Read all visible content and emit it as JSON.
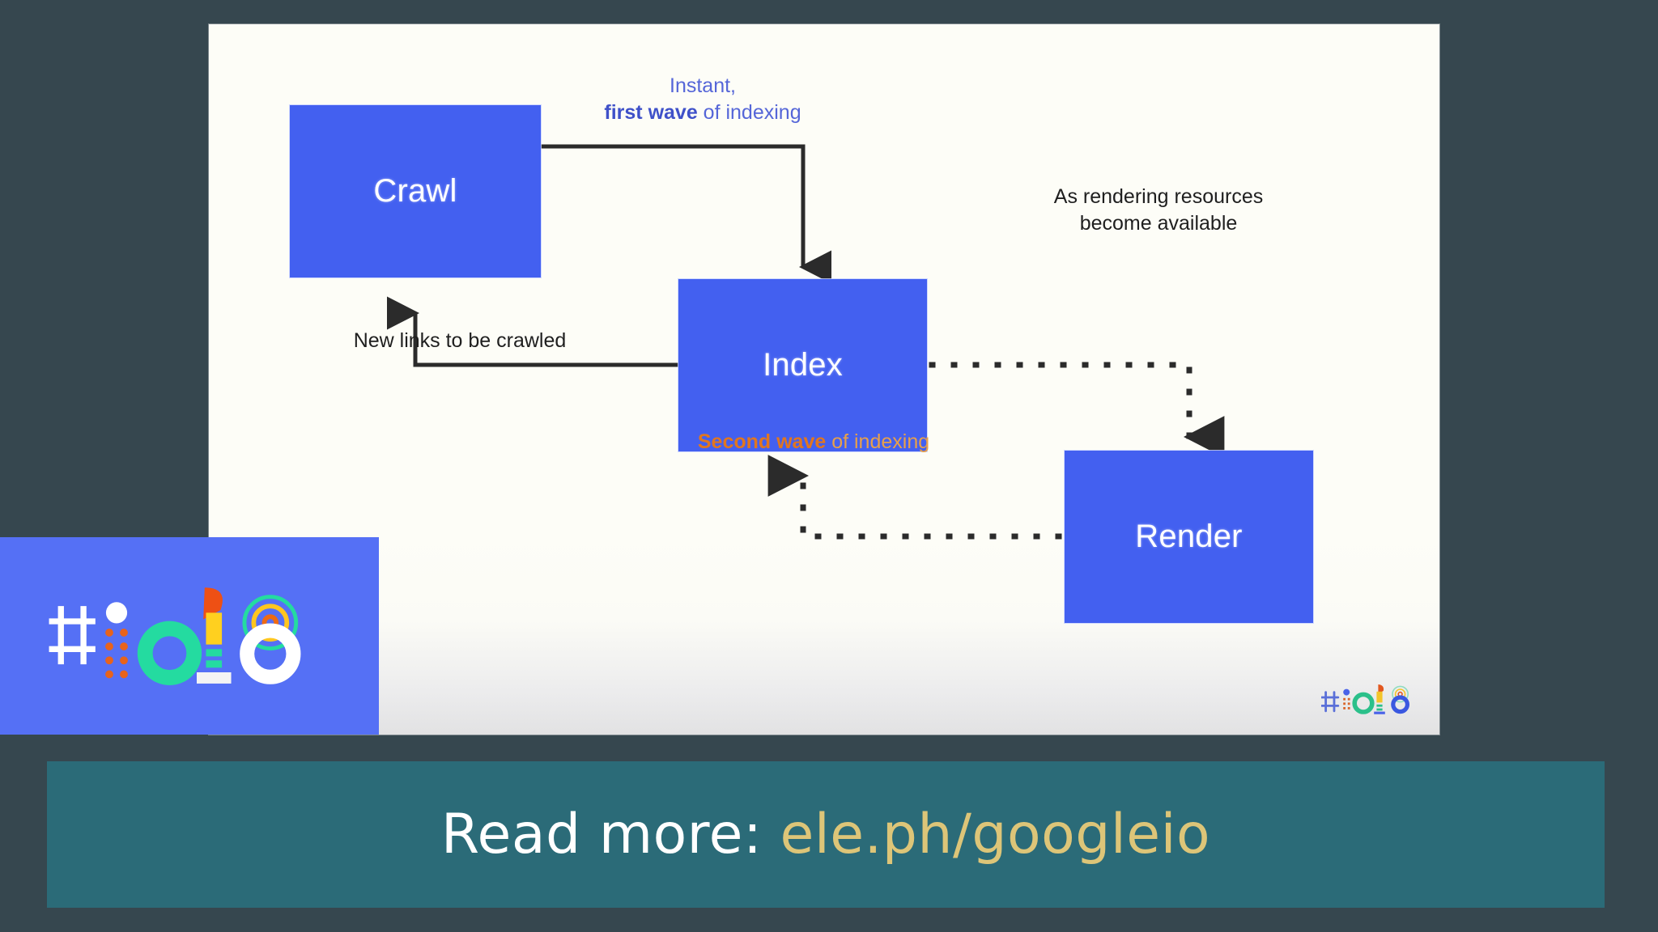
{
  "theme": {
    "page_background": "#36474f",
    "slide_background": "#fdfdf7",
    "node_blue": "#4360f0",
    "badge_blue": "#5570f5",
    "banner_teal": "#2b6b78",
    "banner_url_gold": "#ddc578",
    "first_wave_text": "#5566d8",
    "second_wave_text": "#e1761f",
    "body_text": "#1f1f1f"
  },
  "slide": {
    "nodes": [
      {
        "id": "crawl",
        "label": "Crawl"
      },
      {
        "id": "index",
        "label": "Index"
      },
      {
        "id": "render",
        "label": "Render"
      }
    ],
    "annotations": {
      "first_wave": {
        "line1": "Instant,",
        "line2_bold": "first wave",
        "line2_rest": " of indexing"
      },
      "rendering_resources": "As rendering resources become available",
      "new_links": "New links to be crawled",
      "second_wave": {
        "bold": "Second wave",
        "rest": " of indexing"
      }
    },
    "connectors": [
      {
        "name": "crawl-to-index",
        "style": "solid",
        "from": "crawl",
        "to": "index"
      },
      {
        "name": "index-to-crawl",
        "style": "solid",
        "from": "index",
        "to": "crawl"
      },
      {
        "name": "index-to-render",
        "style": "dotted",
        "from": "index",
        "to": "render"
      },
      {
        "name": "render-to-index",
        "style": "dotted",
        "from": "render",
        "to": "index"
      }
    ],
    "watermark": "#io18"
  },
  "badge": {
    "label": "#io18"
  },
  "banner": {
    "lead": "Read more: ",
    "url": "ele.ph/googleio"
  }
}
